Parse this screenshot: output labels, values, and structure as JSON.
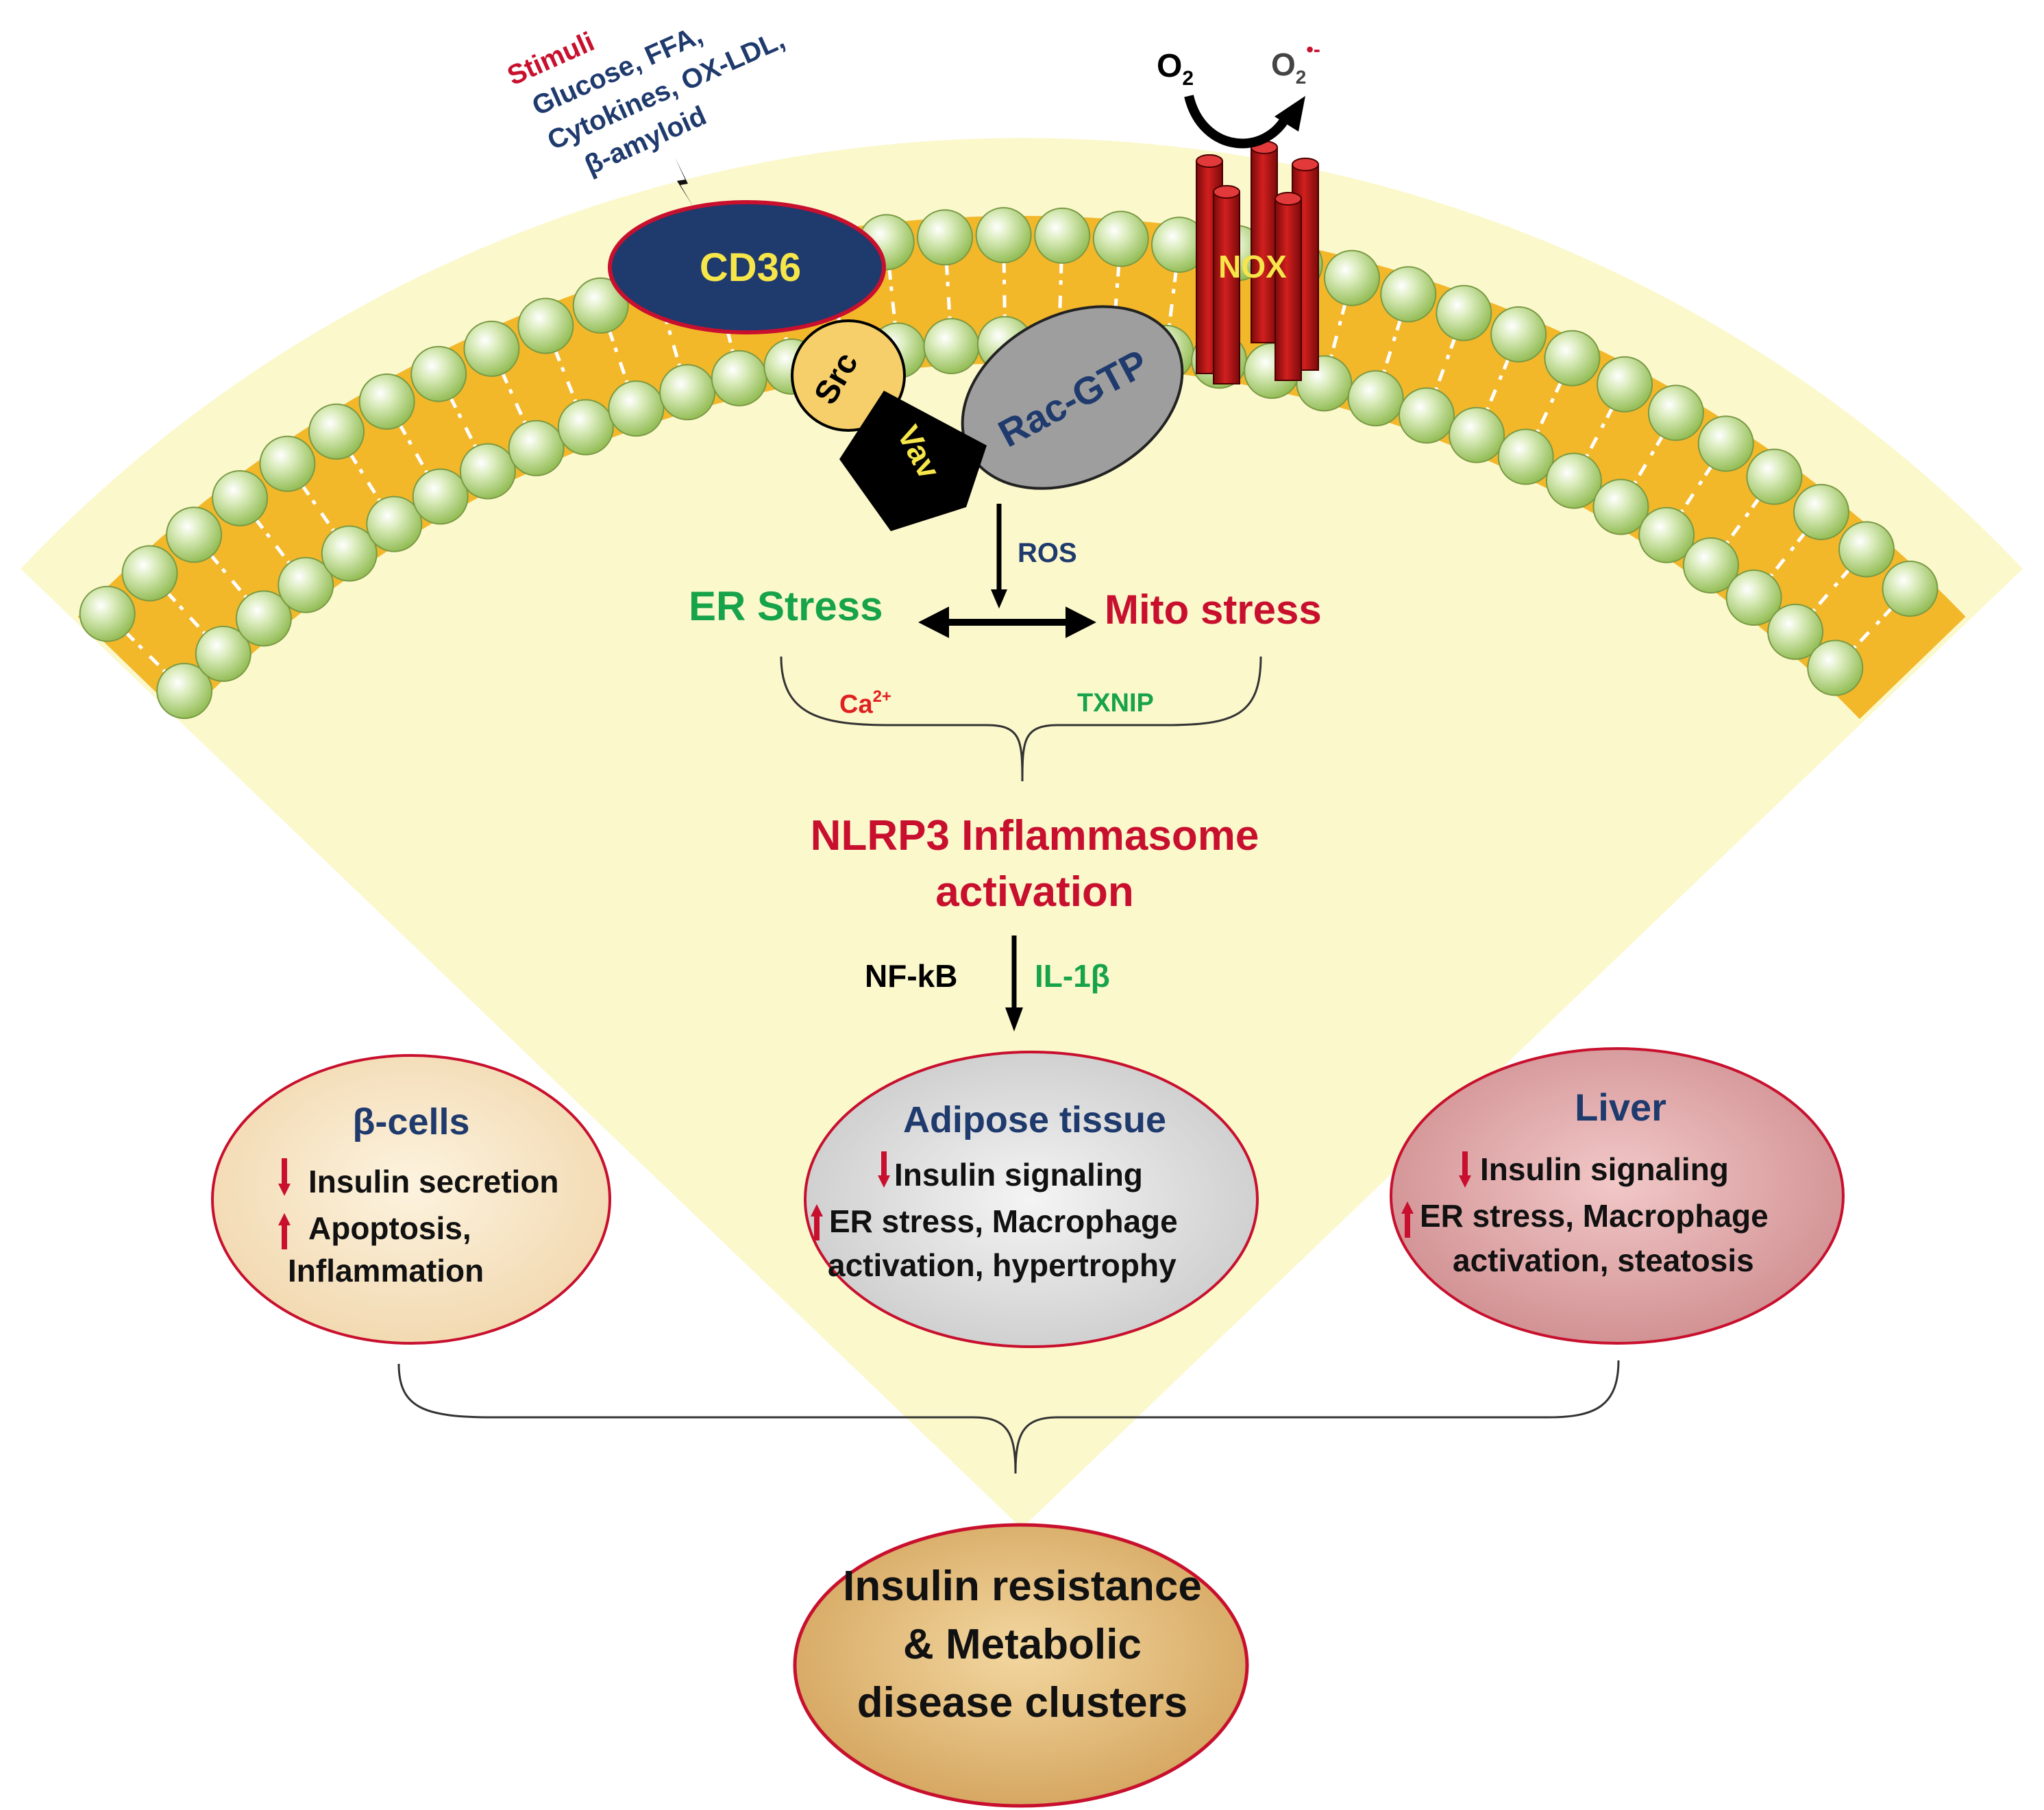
{
  "colors": {
    "red": "#c8102e",
    "navy": "#1f3a6d",
    "green": "#17a34a",
    "yellow": "#f6e64a",
    "black": "#000000",
    "membrane_orange": "#f3b72a",
    "lipid_green": "#bcd98a",
    "fan_fill": "#fbf7c6"
  },
  "stimuli": {
    "title": "Stimuli",
    "line1": "Glucose, FFA,",
    "line2": "Cytokines, OX-LDL,",
    "line3": "β-amyloid"
  },
  "membrane": {
    "cd36": "CD36",
    "src": "Src",
    "vav": "Vav",
    "rac": "Rac-GTP",
    "nox": "NOX",
    "o2_base": "O",
    "o2_sub": "2",
    "superoxide_base": "O",
    "superoxide_sub": "2",
    "superoxide_sup": "•-"
  },
  "pathway": {
    "ros": "ROS",
    "er_stress": "ER Stress",
    "mito_stress": "Mito stress",
    "ca_base": "Ca",
    "ca_sup": "2+",
    "txnip": "TXNIP",
    "nlrp3_line1": "NLRP3 Inflammasome",
    "nlrp3_line2": "activation",
    "nfkb": "NF-kB",
    "il1b": "IL-1β"
  },
  "tissues": {
    "beta_cells": {
      "title": "β-cells",
      "line1": "Insulin secretion",
      "line2": "Apoptosis,",
      "line3": "Inflammation"
    },
    "adipose": {
      "title": "Adipose tissue",
      "line1": "Insulin signaling",
      "line2": "ER stress, Macrophage",
      "line3": "activation, hypertrophy"
    },
    "liver": {
      "title": "Liver",
      "line1": "Insulin signaling",
      "line2": "ER stress, Macrophage",
      "line3": "activation, steatosis"
    }
  },
  "outcome": {
    "line1": "Insulin resistance",
    "line2": "& Metabolic",
    "line3": "disease clusters"
  }
}
